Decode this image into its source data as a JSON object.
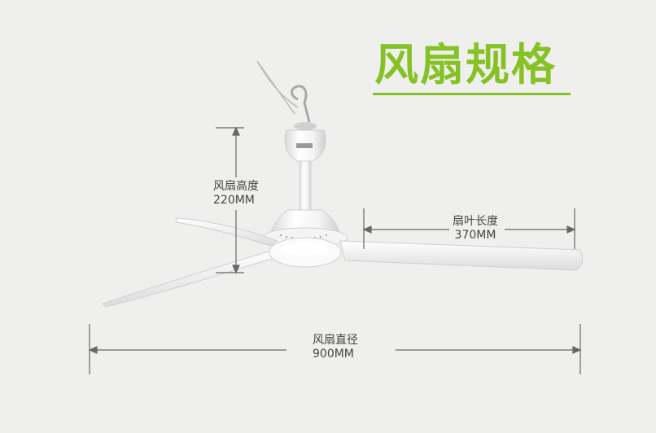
{
  "title": "风扇规格",
  "colors": {
    "accent": "#86c226",
    "background": "#efefed",
    "dimension_line": "#666666",
    "fan_body": "#fafafa"
  },
  "dimensions": {
    "height": {
      "label": "风扇高度",
      "value": "220MM"
    },
    "blade_length": {
      "label": "扇叶长度",
      "value": "370MM"
    },
    "diameter": {
      "label": "风扇直径",
      "value": "900MM"
    }
  }
}
